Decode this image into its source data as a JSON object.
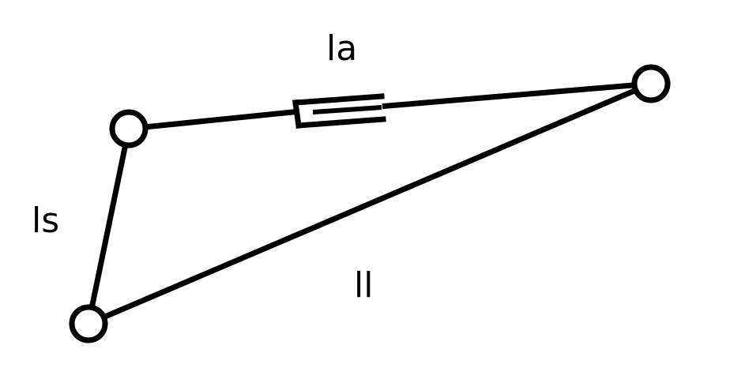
{
  "labels": {
    "la": "la",
    "ls": "ls",
    "ll": "ll"
  },
  "style": {
    "stroke_color": "#000000",
    "fill_color": "#ffffff"
  }
}
